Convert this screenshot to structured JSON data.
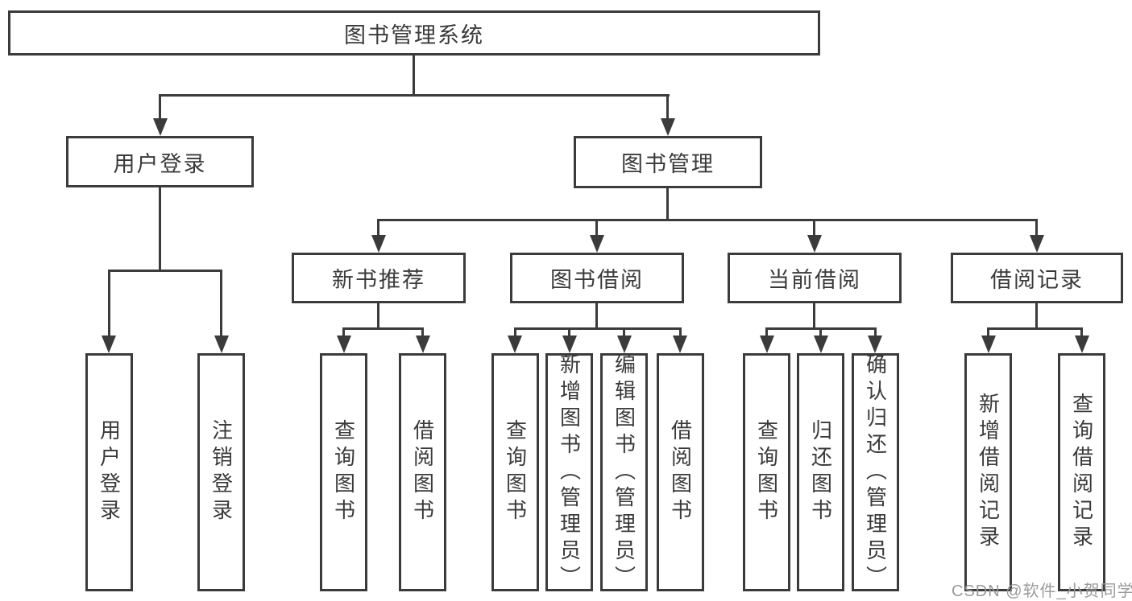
{
  "diagram_title": "图书管理系统",
  "colors": {
    "line": "#3b3b3b",
    "text": "#3a3a3a",
    "background": "#ffffff",
    "watermark": "#9b9b9b"
  },
  "nodes": {
    "root": {
      "label": "图书管理系统"
    },
    "user_login": {
      "label": "用户登录"
    },
    "book_management": {
      "label": "图书管理"
    },
    "new_book_recommend": {
      "label": "新书推荐"
    },
    "book_borrowing": {
      "label": "图书借阅"
    },
    "current_borrowing": {
      "label": "当前借阅"
    },
    "borrowing_records": {
      "label": "借阅记录"
    },
    "leaf_user_login": {
      "label": "用户登录"
    },
    "leaf_logout": {
      "label": "注销登录"
    },
    "rec_query_books": {
      "label": "查询图书"
    },
    "rec_borrow_books": {
      "label": "借阅图书"
    },
    "bb_query_books": {
      "label": "查询图书"
    },
    "bb_add_books_admin": {
      "label": "新增图书（管理员）"
    },
    "bb_edit_books_admin": {
      "label": "编辑图书（管理员）"
    },
    "bb_borrow_books": {
      "label": "借阅图书"
    },
    "cb_query_books": {
      "label": "查询图书"
    },
    "cb_return_books": {
      "label": "归还图书"
    },
    "cb_confirm_return_admin": {
      "label": "确认归还（管理员）"
    },
    "br_add_record": {
      "label": "新增借阅记录"
    },
    "br_query_record": {
      "label": "查询借阅记录"
    }
  },
  "hierarchy": {
    "图书管理系统": [
      "用户登录",
      "图书管理"
    ],
    "用户登录": [
      "用户登录",
      "注销登录"
    ],
    "图书管理": [
      "新书推荐",
      "图书借阅",
      "当前借阅",
      "借阅记录"
    ],
    "新书推荐": [
      "查询图书",
      "借阅图书"
    ],
    "图书借阅": [
      "查询图书",
      "新增图书（管理员）",
      "编辑图书（管理员）",
      "借阅图书"
    ],
    "当前借阅": [
      "查询图书",
      "归还图书",
      "确认归还（管理员）"
    ],
    "借阅记录": [
      "新增借阅记录",
      "查询借阅记录"
    ]
  },
  "watermark": {
    "text": "CSDN @软件_小贺同学"
  }
}
